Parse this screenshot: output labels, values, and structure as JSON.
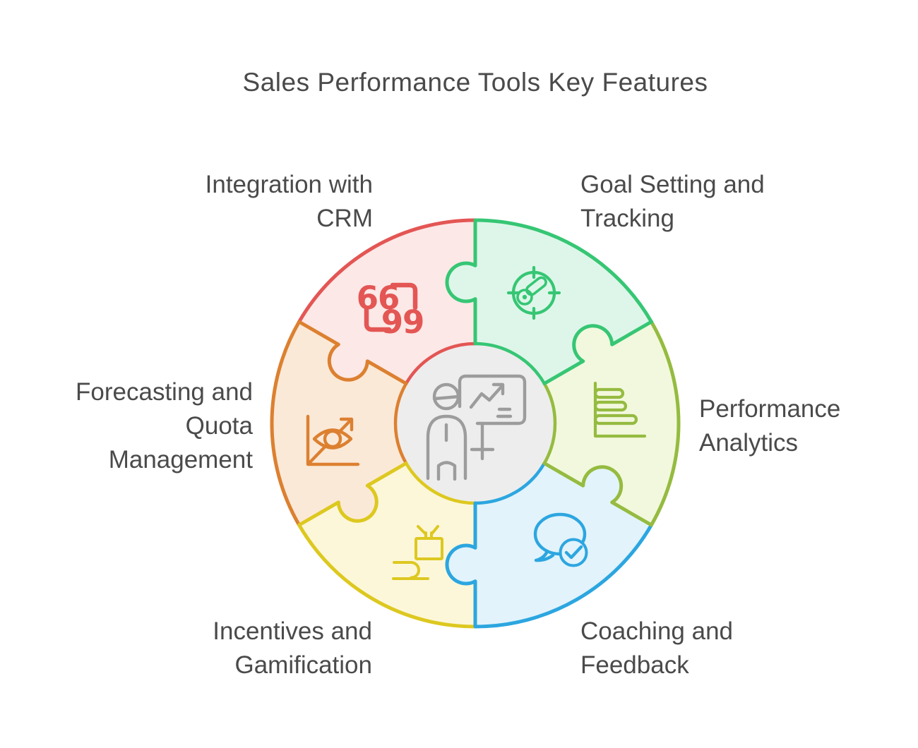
{
  "title": "Sales Performance Tools Key Features",
  "segments": [
    {
      "name": "integration-with-crm",
      "lines": [
        "Integration with",
        "CRM"
      ],
      "icon": "quotation-marks-icon",
      "quote_open": "66",
      "quote_close": "99",
      "color": "#e35654",
      "fill": "#fce8e7"
    },
    {
      "name": "goal-setting-and-tracking",
      "lines": [
        "Goal Setting and",
        "Tracking"
      ],
      "icon": "target-gauge-icon",
      "color": "#36c674",
      "fill": "#def6e9"
    },
    {
      "name": "performance-analytics",
      "lines": [
        "Performance",
        "Analytics"
      ],
      "icon": "bar-chart-icon",
      "color": "#95bb40",
      "fill": "#f2f8dd"
    },
    {
      "name": "coaching-and-feedback",
      "lines": [
        "Coaching and",
        "Feedback"
      ],
      "icon": "chat-check-icon",
      "color": "#2ca6e0",
      "fill": "#e2f3fb"
    },
    {
      "name": "incentives-and-gamification",
      "lines": [
        "Incentives and",
        "Gamification"
      ],
      "icon": "gift-hand-icon",
      "color": "#ddc820",
      "fill": "#fdf7d9"
    },
    {
      "name": "forecasting-and-quota-management",
      "lines": [
        "Forecasting and",
        "Quota",
        "Management"
      ],
      "icon": "eye-growth-icon",
      "color": "#dc8030",
      "fill": "#fbe9d8"
    }
  ],
  "center": {
    "icon": "presenter-whiteboard-icon",
    "fill": "#ededed",
    "icon_color": "#9c9c9c"
  },
  "text_color": "#4a4a4a"
}
